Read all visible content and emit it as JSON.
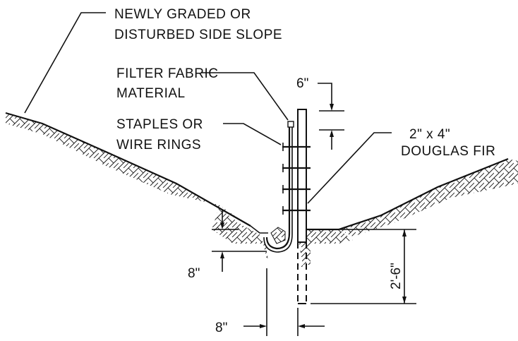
{
  "labels": {
    "slope_line1": "NEWLY GRADED OR",
    "slope_line2": "DISTURBED SIDE SLOPE",
    "fabric_line1": "FILTER FABRIC",
    "fabric_line2": "MATERIAL",
    "staples_line1": "STAPLES OR",
    "staples_line2": "WIRE RINGS",
    "post_line1": "2\" x 4\"",
    "post_line2": "DOUGLAS FIR"
  },
  "dimensions": {
    "top_spacing": "6\"",
    "trench_depth": "8\"",
    "trench_width": "8\"",
    "post_embed": "2'-6\""
  },
  "colors": {
    "ink": "#111111",
    "background": "#ffffff"
  }
}
